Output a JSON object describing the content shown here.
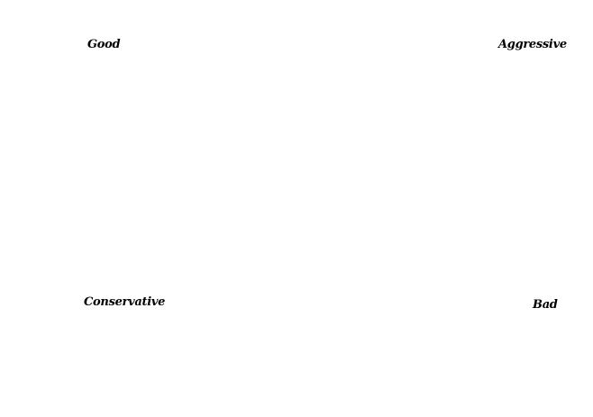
{
  "quadrants": {
    "top_left": "Good",
    "top_right": "Aggressive",
    "bottom_left": "Conservative",
    "bottom_right": "Bad"
  },
  "colors": {
    "background": "#ffffff",
    "text": "#000000"
  }
}
